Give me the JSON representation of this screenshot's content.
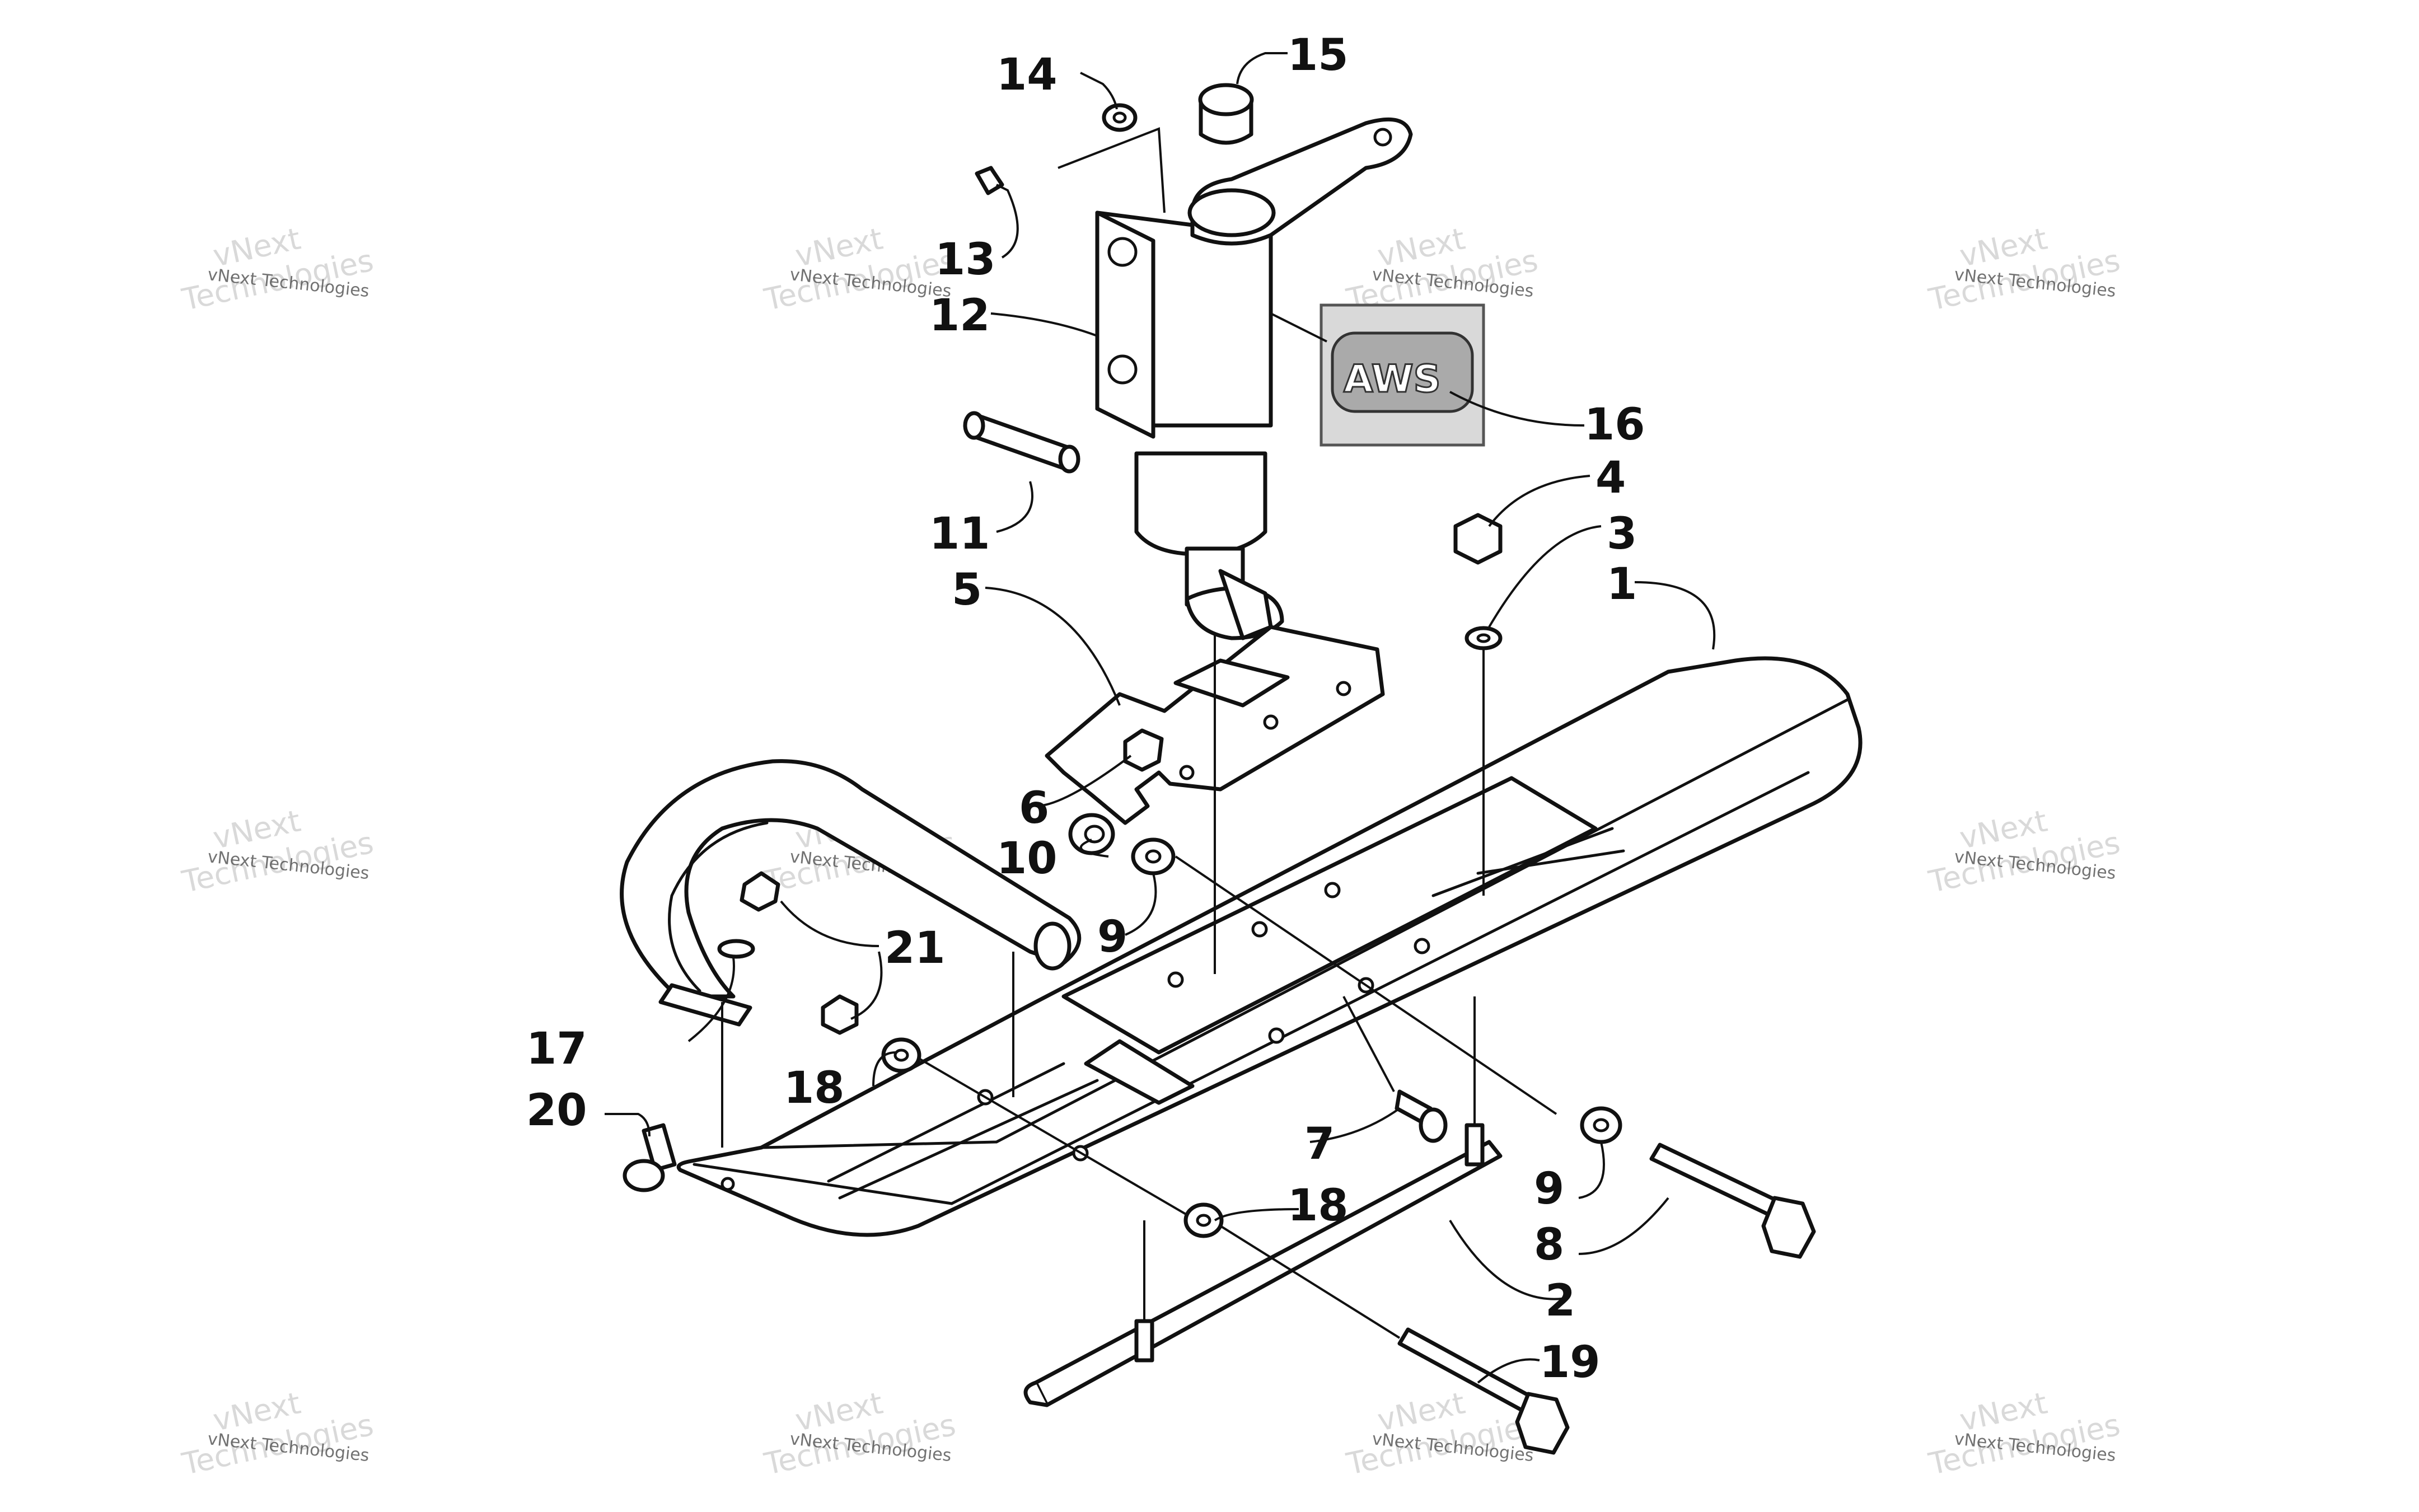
{
  "diagram": {
    "callouts": [
      {
        "id": "c1",
        "text": "1"
      },
      {
        "id": "c2",
        "text": "2"
      },
      {
        "id": "c3",
        "text": "3"
      },
      {
        "id": "c4",
        "text": "4"
      },
      {
        "id": "c5",
        "text": "5"
      },
      {
        "id": "c6",
        "text": "6"
      },
      {
        "id": "c7",
        "text": "7"
      },
      {
        "id": "c8",
        "text": "8"
      },
      {
        "id": "c9a",
        "text": "9"
      },
      {
        "id": "c9b",
        "text": "9"
      },
      {
        "id": "c10",
        "text": "10"
      },
      {
        "id": "c11",
        "text": "11"
      },
      {
        "id": "c12",
        "text": "12"
      },
      {
        "id": "c13",
        "text": "13"
      },
      {
        "id": "c14",
        "text": "14"
      },
      {
        "id": "c15",
        "text": "15"
      },
      {
        "id": "c16",
        "text": "16"
      },
      {
        "id": "c17",
        "text": "17"
      },
      {
        "id": "c18a",
        "text": "18"
      },
      {
        "id": "c18b",
        "text": "18"
      },
      {
        "id": "c19",
        "text": "19"
      },
      {
        "id": "c20",
        "text": "20"
      },
      {
        "id": "c21",
        "text": "21"
      }
    ],
    "badge_text": "AWS",
    "watermark": {
      "line1": "vNext Technologies",
      "line2a": "vNext",
      "line2b": "Technologies"
    }
  }
}
